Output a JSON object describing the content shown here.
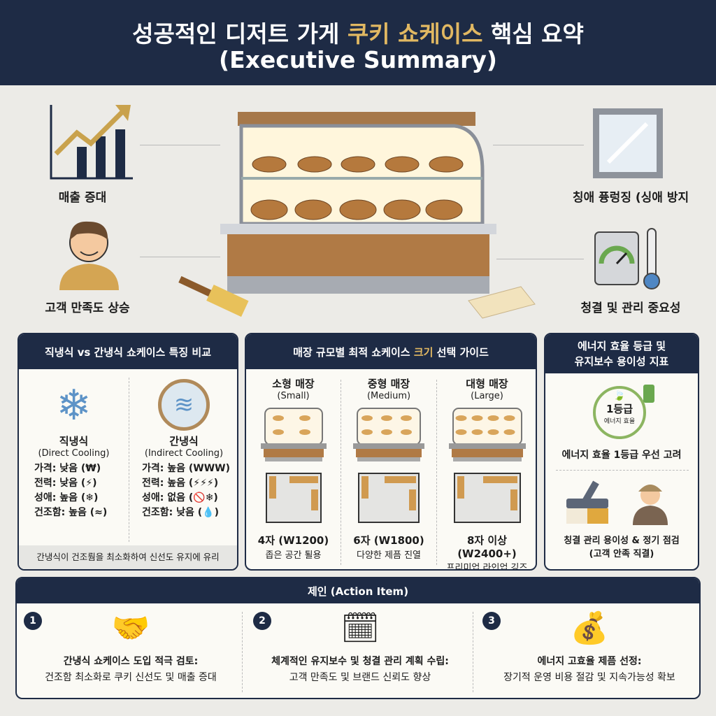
{
  "header": {
    "title_pre": "성공적인 디저트 가게 ",
    "title_accent": "쿠키 쇼케이스",
    "title_post": " 핵심 요약",
    "subtitle": "(Executive Summary)"
  },
  "hero": {
    "labels": [
      "매출 증대",
      "고객 만족도 상승",
      "칭애 퓽렁징 (싱애 방지",
      "청결 및 관리 중요성"
    ]
  },
  "comparison": {
    "title": "직냉식 vs 간냉식 쇼케이스 특징 비교",
    "direct": {
      "name": "직냉식",
      "en": "(Direct Cooling)",
      "rows": [
        "가격: 낮음 (₩)",
        "전력: 낮음 (⚡)",
        "성애: 높음 (❄)",
        "건조함: 높음 (≈)"
      ]
    },
    "indirect": {
      "name": "간냉식",
      "en": "(Indirect Cooling)",
      "rows": [
        "가격: 높음 (WWW)",
        "전력: 높음 (⚡⚡⚡)",
        "성애: 없음 (🚫❄)",
        "건조함: 낮음 (💧)"
      ]
    },
    "footer": "간냉식이 건조뤔을 최소화하여 신선도 유지에 유리"
  },
  "size_guide": {
    "title_pre": "매장 규모별 최적 쇼케이스 ",
    "title_accent": "크기",
    "title_post": " 선택 가이드",
    "stores": [
      {
        "name": "소형 매장",
        "en": "(Small)",
        "size": "4자 (W1200)",
        "note": "좁은 공간 퇼용"
      },
      {
        "name": "중형 매장",
        "en": "(Medium)",
        "size": "6자 (W1800)",
        "note": "다양한 제픔 진열"
      },
      {
        "name": "대형 매장",
        "en": "(Large)",
        "size": "8자 이상 (W2400+)",
        "note": "프리미업 라인업 깅즈"
      }
    ]
  },
  "energy": {
    "title_line1": "에너지 효율 등급 및",
    "title_line2": "유지보수 용이성 지표",
    "badge_grade": "1등급",
    "badge_sub": "에너지 효율",
    "energy_text": "에너지 효율 1등급 우선 고려",
    "maint_text": "칭결 관리 용이성 & 정기 점검",
    "maint_sub": "(고객 안족 직결)",
    "accent": "#6aa84f"
  },
  "actions": {
    "title": "제인 (Action Item)",
    "items": [
      {
        "num": "1",
        "title": "간냉식 쇼케이스 도입 적극 검토:",
        "desc": "건조함 최소화로 쿠키 신선도 및 매출 증대"
      },
      {
        "num": "2",
        "title": "체계적인 유지보수 및 청결 관리 계획 수립:",
        "desc": "고객 만족도 및 브랜드 신뢰도 향상"
      },
      {
        "num": "3",
        "title": "에너지 고효율 제픔 선정:",
        "desc": "장기적 운영 비용 절감 및 지속가능성 확보"
      }
    ]
  }
}
